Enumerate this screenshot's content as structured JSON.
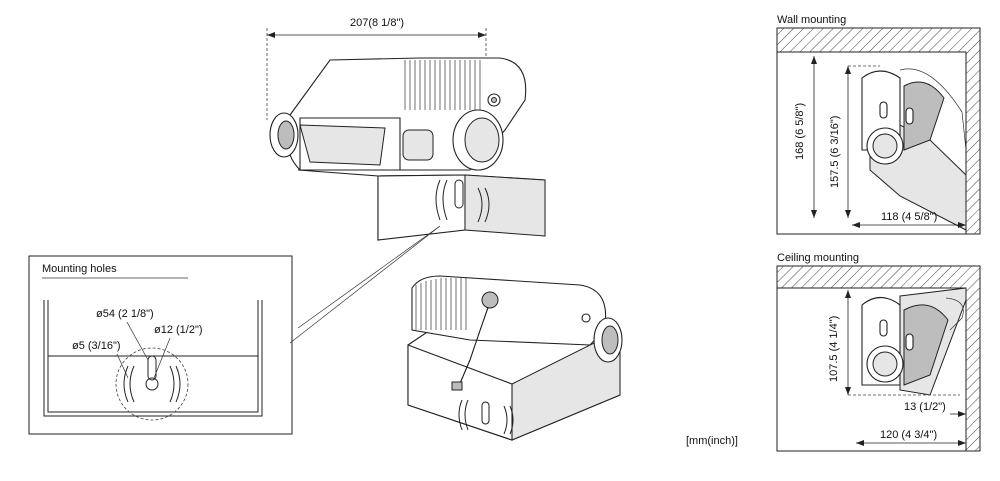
{
  "dimensions": {
    "width_top": "207(8 1/8\")",
    "wall_height_168": "168 (6 5/8\")",
    "wall_height_157": "157.5 (6 3/16\")",
    "wall_depth_118": "118 (4 5/8\")",
    "ceiling_height_107": "107.5 (4 1/4\")",
    "ceiling_offset_13": "13 (1/2\")",
    "ceiling_depth_120": "120 (4 3/4\")"
  },
  "holes": {
    "title": "Mounting holes",
    "d54": "ø54 (2 1/8\")",
    "d12": "ø12 (1/2\")",
    "d5": "ø5 (3/16\")"
  },
  "panels": {
    "wall_title": "Wall mounting",
    "ceiling_title": "Ceiling mounting"
  },
  "units": "[mm(inch)]"
}
